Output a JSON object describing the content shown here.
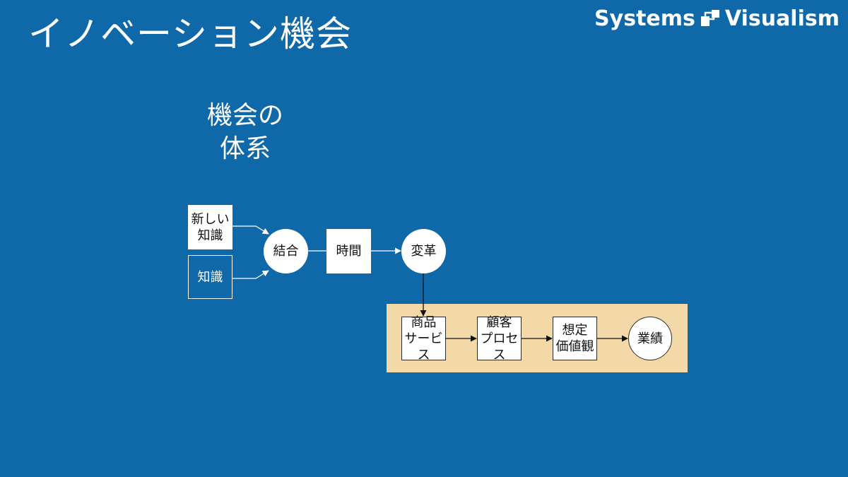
{
  "slide": {
    "title": "イノベーション機会",
    "subtitle_line1": "機会の",
    "subtitle_line2": "体系"
  },
  "brand": {
    "left_word": "Systems",
    "right_word": "Visualism",
    "logo_icon": "systems-visualism-logo-icon"
  },
  "colors": {
    "background": "#0f68a8",
    "panel": "#f4d9a8",
    "node_fill": "#ffffff",
    "white_arrow": "#ffffff",
    "dark_arrow": "#111111"
  },
  "nodes": {
    "new_knowledge": {
      "line1": "新しい",
      "line2": "知識"
    },
    "knowledge": {
      "label": "知識"
    },
    "combine": {
      "label": "結合"
    },
    "time": {
      "label": "時間"
    },
    "change": {
      "label": "変革"
    },
    "product": {
      "line1": "商品",
      "line2": "サービス"
    },
    "customer": {
      "line1": "顧客",
      "line2": "プロセス"
    },
    "values": {
      "line1": "想定",
      "line2": "価値観"
    },
    "results": {
      "label": "業績"
    }
  }
}
